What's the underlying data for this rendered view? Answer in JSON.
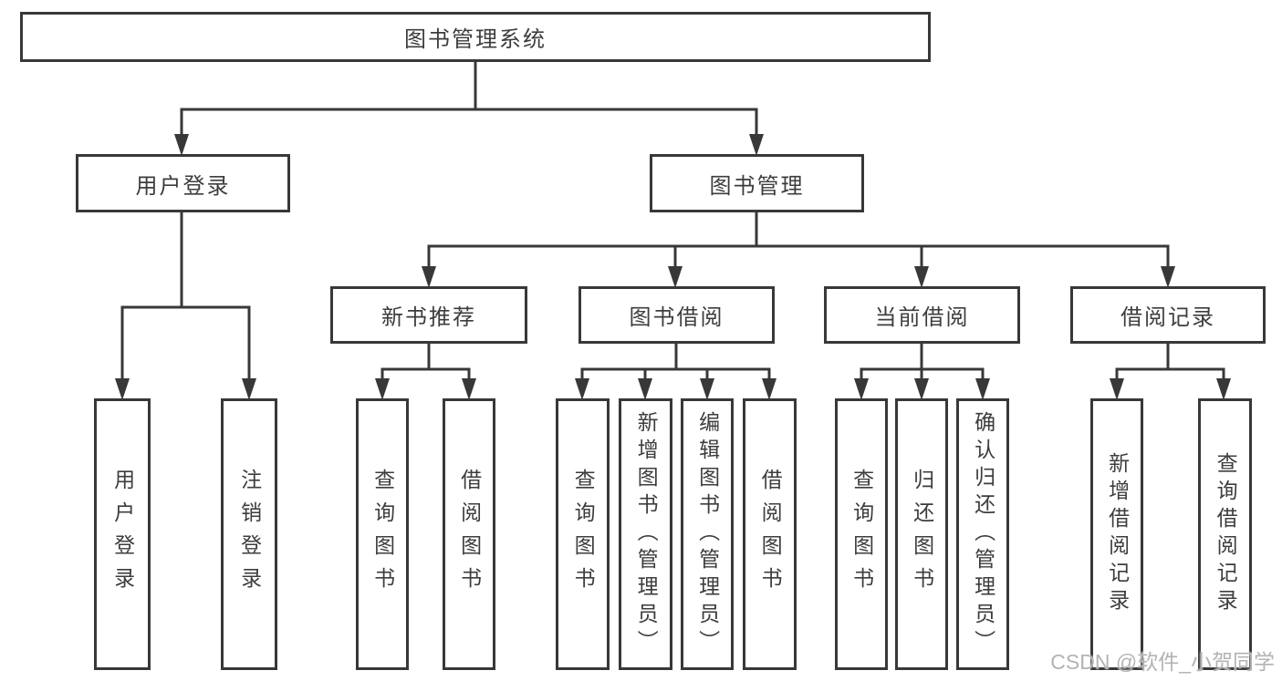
{
  "tree": {
    "label": "图书管理系统",
    "children": [
      {
        "label": "用户登录",
        "children": [
          {
            "label": "用户登录"
          },
          {
            "label": "注销登录"
          }
        ]
      },
      {
        "label": "图书管理",
        "children": [
          {
            "label": "新书推荐",
            "children": [
              {
                "label": "查询图书"
              },
              {
                "label": "借阅图书"
              }
            ]
          },
          {
            "label": "图书借阅",
            "children": [
              {
                "label": "查询图书"
              },
              {
                "label": "新增图书（管理员）"
              },
              {
                "label": "编辑图书（管理员）"
              },
              {
                "label": "借阅图书"
              }
            ]
          },
          {
            "label": "当前借阅",
            "children": [
              {
                "label": "查询图书"
              },
              {
                "label": "归还图书"
              },
              {
                "label": "确认归还（管理员）"
              }
            ]
          },
          {
            "label": "借阅记录",
            "children": [
              {
                "label": "新增借阅记录"
              },
              {
                "label": "查询借阅记录"
              }
            ]
          }
        ]
      }
    ]
  },
  "watermark": {
    "text": "CSDN @软件_小贺同学"
  },
  "colors": {
    "line": "#383838",
    "text": "#3d3d3d",
    "background": "#ffffff",
    "box_fill": "#ffffff",
    "watermark": "#b3b3b3"
  }
}
